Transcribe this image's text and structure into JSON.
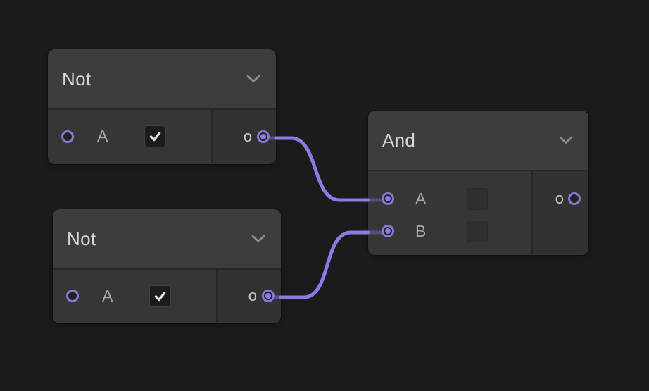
{
  "canvas": {
    "background_color": "#1b1b1b",
    "wire_color": "#8b7ce4",
    "wire_under_node_color": "#574d7e",
    "port_color": "#8878d8"
  },
  "nodes": [
    {
      "id": "not-1",
      "title": "Not",
      "inputs": [
        {
          "label": "A",
          "checkbox_checked": true,
          "connected": false
        }
      ],
      "outputs": [
        {
          "label": "o",
          "connected": true
        }
      ]
    },
    {
      "id": "not-2",
      "title": "Not",
      "inputs": [
        {
          "label": "A",
          "checkbox_checked": true,
          "connected": false
        }
      ],
      "outputs": [
        {
          "label": "o",
          "connected": true
        }
      ]
    },
    {
      "id": "and-1",
      "title": "And",
      "inputs": [
        {
          "label": "A",
          "checkbox_checked": false,
          "connected": true
        },
        {
          "label": "B",
          "checkbox_checked": false,
          "connected": true
        }
      ],
      "outputs": [
        {
          "label": "o",
          "connected": false
        }
      ]
    }
  ],
  "wires": [
    {
      "from": "not-1 output o",
      "to": "and-1 input A"
    },
    {
      "from": "not-2 output o",
      "to": "and-1 input B"
    }
  ]
}
